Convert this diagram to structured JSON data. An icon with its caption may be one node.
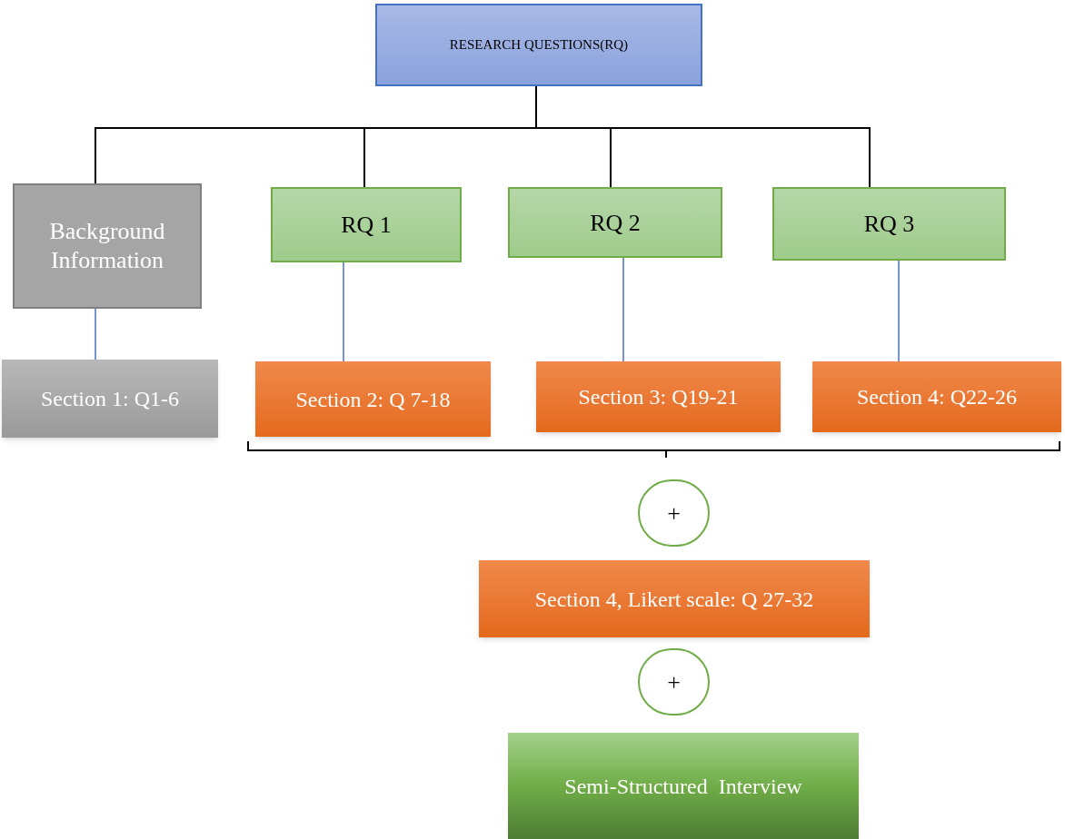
{
  "diagram": {
    "nodes": [
      {
        "text": [
          "RESEARCH QUESTIONS(RQ)"
        ]
      },
      {
        "text": [
          "Background Information"
        ]
      },
      {
        "text": [
          "RQ 1"
        ]
      },
      {
        "text": [
          "RQ 2"
        ]
      },
      {
        "text": [
          "RQ 3"
        ]
      },
      {
        "text": [
          "Section 1: Q1-6"
        ]
      },
      {
        "text": [
          "Section 2: Q 7-18"
        ]
      },
      {
        "text": [
          "Section 3: Q19-21"
        ]
      },
      {
        "text": [
          "Section 4: Q22-26"
        ]
      },
      {
        "text": [
          "+"
        ]
      },
      {
        "text": [
          "Section 4, Likert scale: Q 27-32"
        ]
      },
      {
        "text": [
          "+"
        ]
      },
      {
        "text": [
          "Semi-Structured  Interview"
        ]
      }
    ],
    "edges": [
      {
        "from": 0,
        "to": 1,
        "arrow": "none"
      },
      {
        "from": 0,
        "to": 2,
        "arrow": "none"
      },
      {
        "from": 0,
        "to": 3,
        "arrow": "none"
      },
      {
        "from": 0,
        "to": 4,
        "arrow": "none"
      },
      {
        "from": 1,
        "to": 5,
        "arrow": "none",
        "color": "#4472c4"
      },
      {
        "from": 2,
        "to": 6,
        "arrow": "none",
        "color": "#4472c4"
      },
      {
        "from": 3,
        "to": 7,
        "arrow": "none",
        "color": "#4472c4"
      },
      {
        "from": 4,
        "to": 8,
        "arrow": "none",
        "color": "#4472c4"
      }
    ]
  }
}
